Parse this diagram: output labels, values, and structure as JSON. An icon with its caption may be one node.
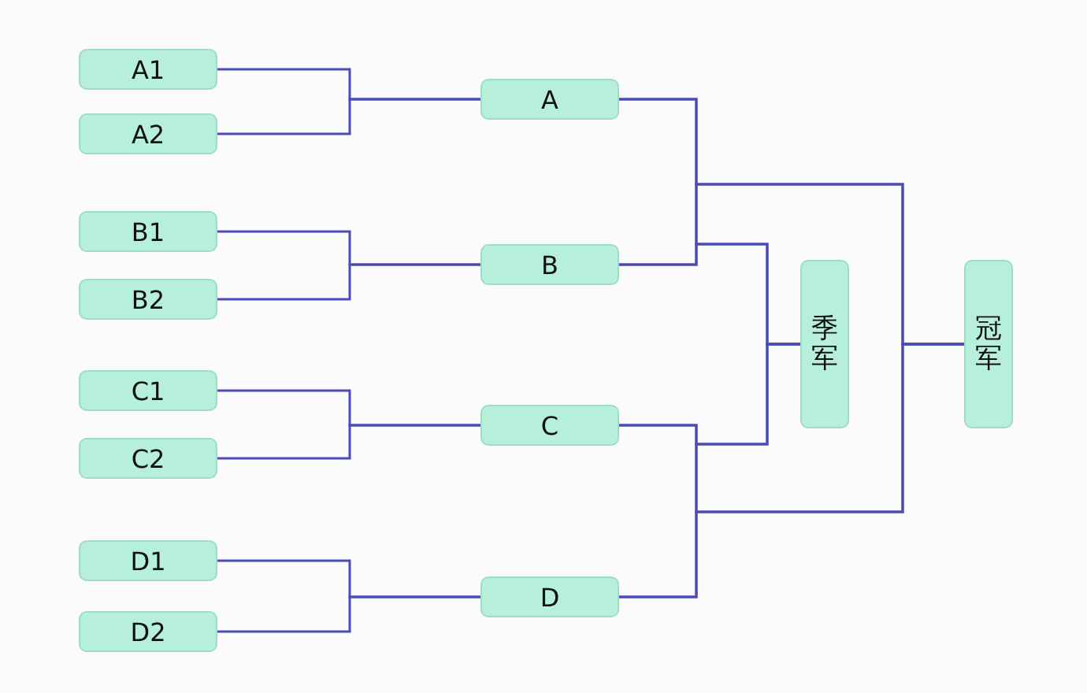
{
  "diagram": {
    "nodes": [
      {
        "text": [
          "A1"
        ]
      },
      {
        "text": [
          "A2"
        ]
      },
      {
        "text": [
          "B1"
        ]
      },
      {
        "text": [
          "B2"
        ]
      },
      {
        "text": [
          "C1"
        ]
      },
      {
        "text": [
          "C2"
        ]
      },
      {
        "text": [
          "D1"
        ]
      },
      {
        "text": [
          "D2"
        ]
      },
      {
        "text": [
          "A"
        ]
      },
      {
        "text": [
          "B"
        ]
      },
      {
        "text": [
          "C"
        ]
      },
      {
        "text": [
          "D"
        ]
      },
      {
        "text": [
          "季军"
        ]
      },
      {
        "text": [
          "冠军"
        ]
      }
    ],
    "edges": [
      {
        "from": 0,
        "to": 8,
        "arrow": "none"
      },
      {
        "from": 1,
        "to": 8,
        "arrow": "none"
      },
      {
        "from": 2,
        "to": 9,
        "arrow": "none"
      },
      {
        "from": 3,
        "to": 9,
        "arrow": "none"
      },
      {
        "from": 4,
        "to": 10,
        "arrow": "none"
      },
      {
        "from": 5,
        "to": 10,
        "arrow": "none"
      },
      {
        "from": 6,
        "to": 11,
        "arrow": "none"
      },
      {
        "from": 7,
        "to": 11,
        "arrow": "none"
      },
      {
        "from": 8,
        "to": 13,
        "arrow": "none"
      },
      {
        "from": 9,
        "to": 13,
        "arrow": "none"
      },
      {
        "from": 10,
        "to": 13,
        "arrow": "none"
      },
      {
        "from": 11,
        "to": 13,
        "arrow": "none"
      },
      {
        "from": 8,
        "to": 12,
        "arrow": "none"
      },
      {
        "from": 9,
        "to": 12,
        "arrow": "none"
      },
      {
        "from": 10,
        "to": 12,
        "arrow": "none"
      },
      {
        "from": 11,
        "to": 12,
        "arrow": "none"
      }
    ]
  }
}
